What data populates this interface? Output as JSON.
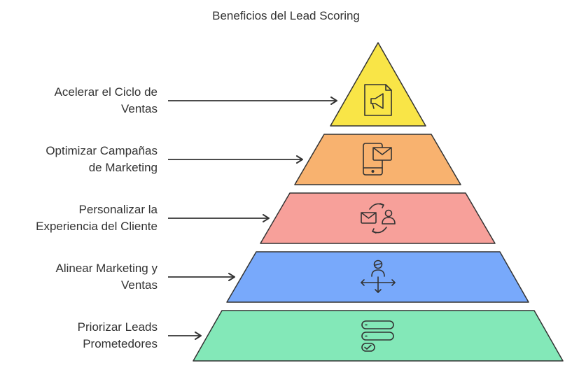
{
  "title": "Beneficios del Lead Scoring",
  "levels": [
    {
      "line1": "Acelerar el Ciclo de",
      "line2": "Ventas",
      "color": "#f9e547",
      "icon": "megaphone-document-icon"
    },
    {
      "line1": "Optimizar Campañas",
      "line2": "de Marketing",
      "color": "#f8b26f",
      "icon": "mobile-mail-icon"
    },
    {
      "line1": "Personalizar la",
      "line2": "Experiencia del Cliente",
      "color": "#f7a09a",
      "icon": "mail-person-exchange-icon"
    },
    {
      "line1": "Alinear Marketing y",
      "line2": "Ventas",
      "color": "#78a9fb",
      "icon": "person-arrows-icon"
    },
    {
      "line1": "Priorizar Leads",
      "line2": "Prometedores",
      "color": "#83e8b8",
      "icon": "prioritized-list-icon"
    }
  ],
  "stroke_color": "#333333"
}
